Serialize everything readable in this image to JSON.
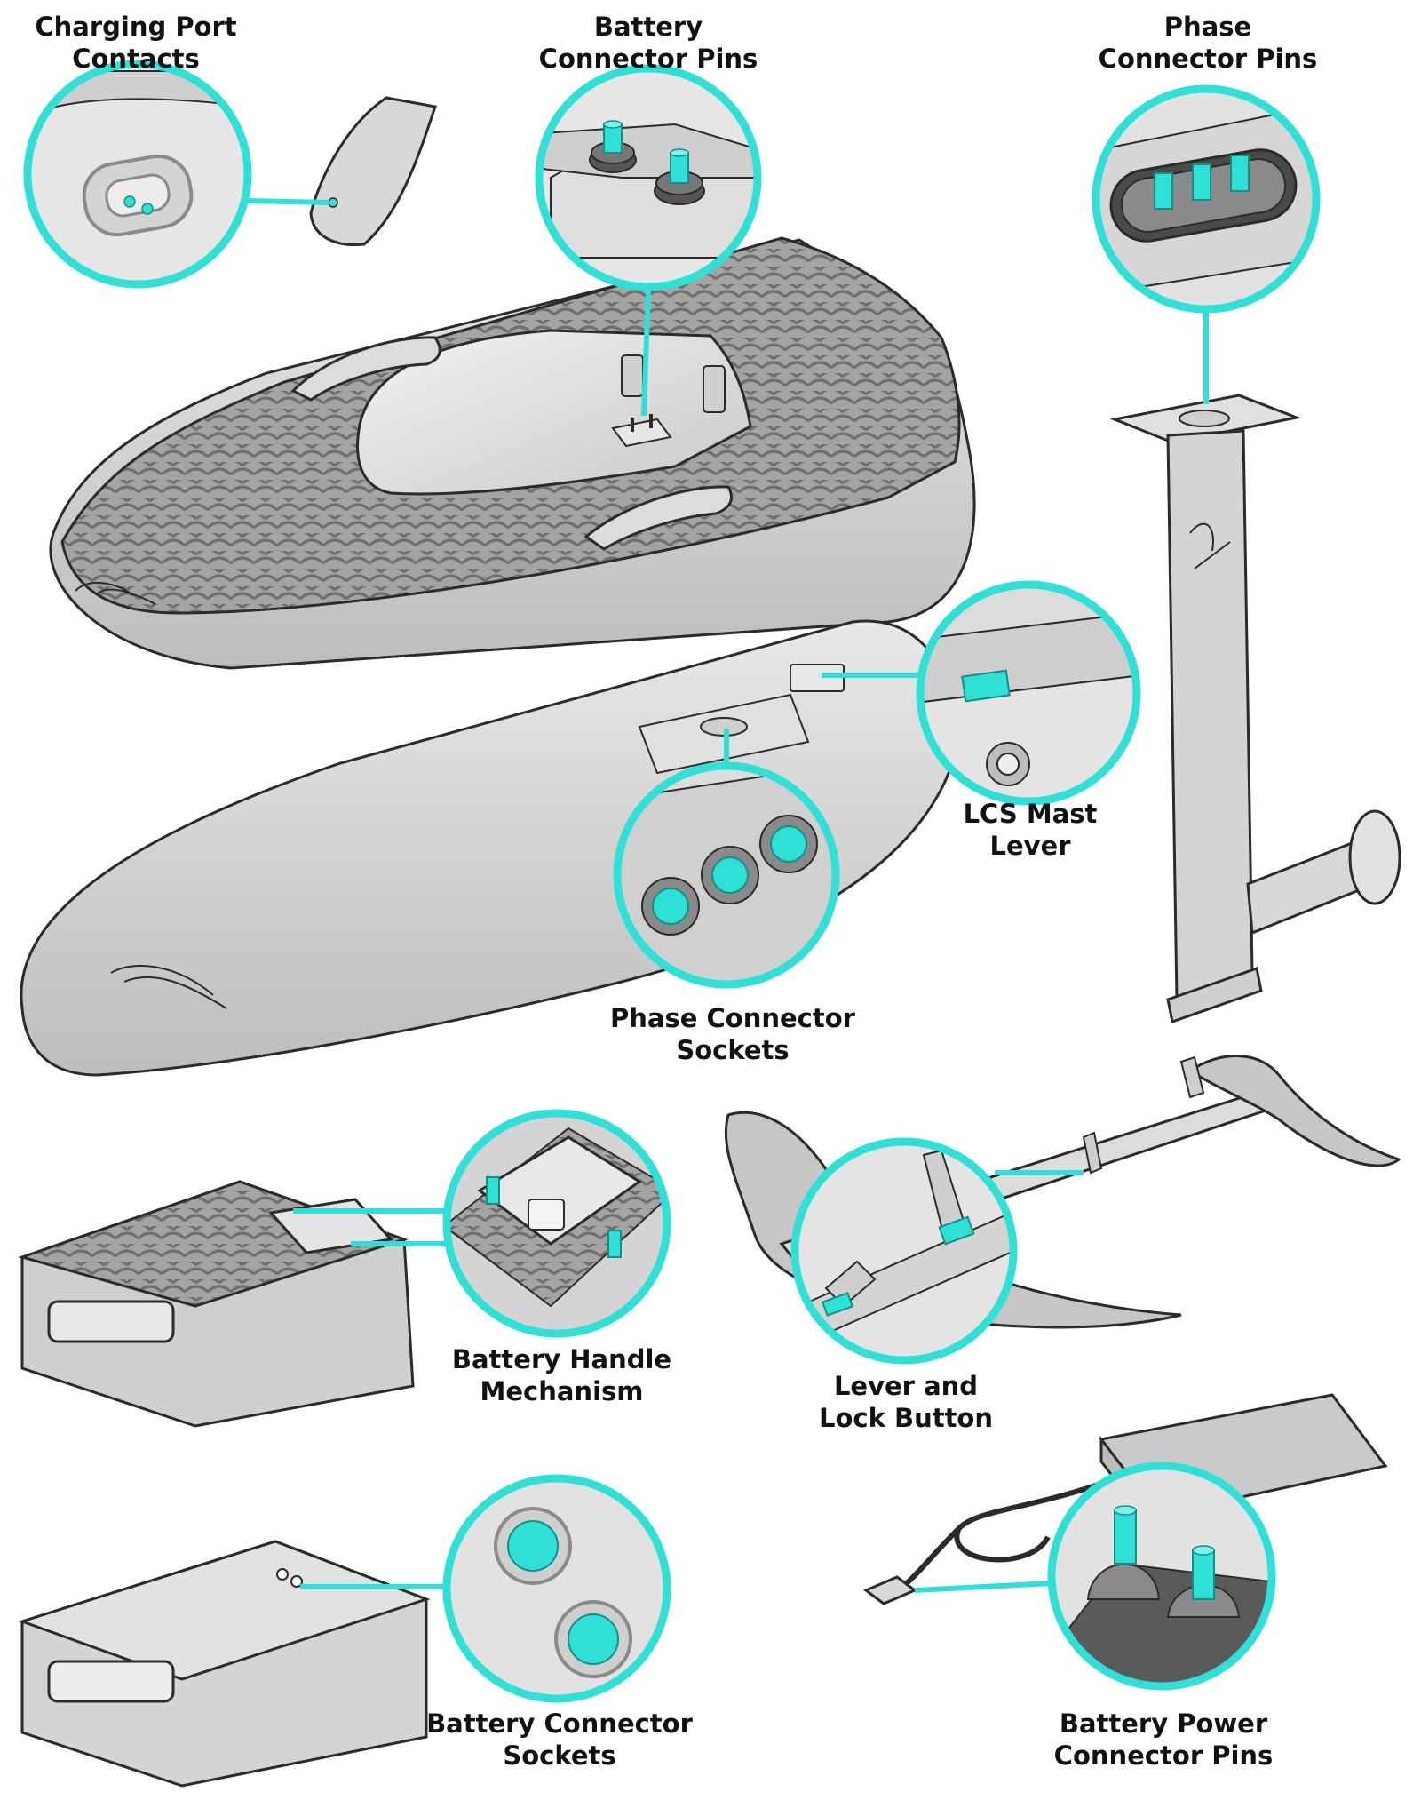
{
  "colors": {
    "accent": "#2fe0d6",
    "ink": "#2b2b2b",
    "part_fill": "#d6d6d6",
    "part_light": "#e4e4e4",
    "pad_dark": "#9a9a9a"
  },
  "callouts": [
    {
      "id": "charging-port-contacts",
      "lines": [
        "Charging Port",
        "Contacts"
      ]
    },
    {
      "id": "battery-connector-pins",
      "lines": [
        "Battery",
        "Connector Pins"
      ]
    },
    {
      "id": "phase-connector-pins",
      "lines": [
        "Phase",
        "Connector Pins"
      ]
    },
    {
      "id": "lcs-mast-lever",
      "lines": [
        "LCS Mast",
        "Lever"
      ]
    },
    {
      "id": "phase-connector-sockets",
      "lines": [
        "Phase Connector",
        "Sockets"
      ]
    },
    {
      "id": "battery-handle-mechanism",
      "lines": [
        "Battery Handle",
        "Mechanism"
      ]
    },
    {
      "id": "lever-and-lock-button",
      "lines": [
        "Lever and",
        "Lock Button"
      ]
    },
    {
      "id": "battery-connector-sockets",
      "lines": [
        "Battery Connector",
        "Sockets"
      ]
    },
    {
      "id": "battery-power-connector-pins",
      "lines": [
        "Battery Power",
        "Connector Pins"
      ]
    }
  ]
}
